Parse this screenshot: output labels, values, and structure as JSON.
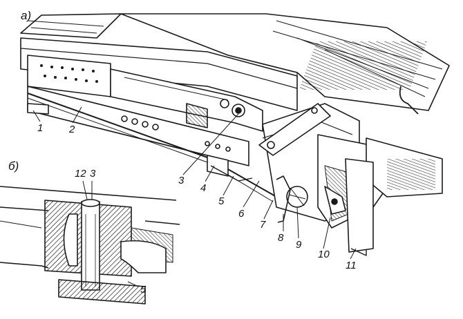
{
  "panels": {
    "a": "а)",
    "b": "б)"
  },
  "callouts": [
    "1",
    "2",
    "3",
    "4",
    "5",
    "6",
    "7",
    "8",
    "9",
    "10",
    "11",
    "12"
  ],
  "detail_callouts": {
    "c12": "12",
    "c3": "3",
    "c5": "5"
  },
  "ink_color": "#1a1a1a"
}
